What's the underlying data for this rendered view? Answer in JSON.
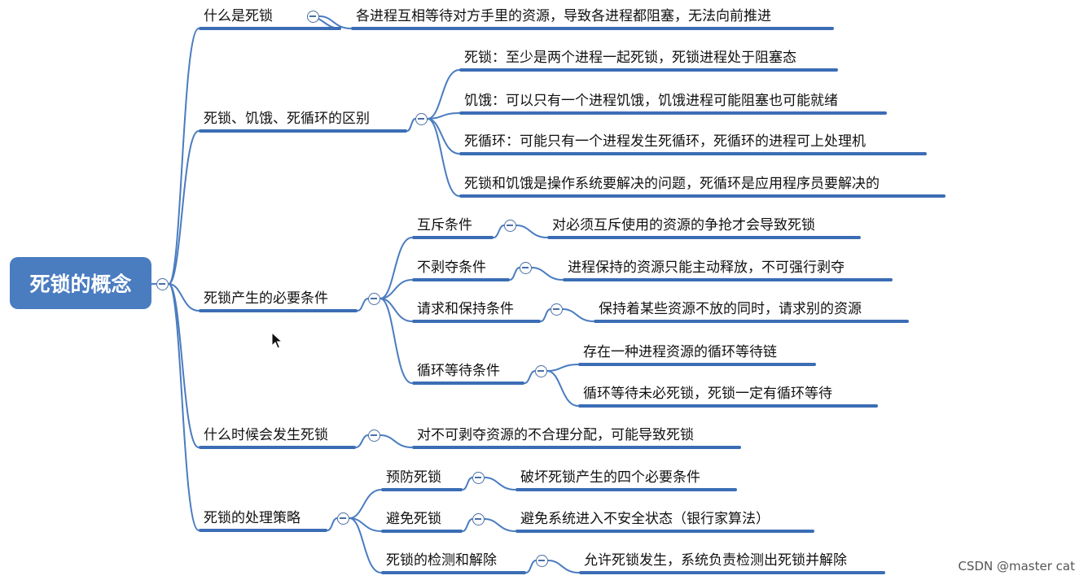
{
  "root": "死锁的概念",
  "branches": [
    {
      "label": "什么是死锁",
      "children": [
        {
          "label": "各进程互相等待对方手里的资源，导致各进程都阻塞，无法向前推进"
        }
      ]
    },
    {
      "label": "死锁、饥饿、死循环的区别",
      "children": [
        {
          "label": "死锁：至少是两个进程一起死锁，死锁进程处于阻塞态"
        },
        {
          "label": "饥饿：可以只有一个进程饥饿，饥饿进程可能阻塞也可能就绪"
        },
        {
          "label": "死循环：可能只有一个进程发生死循环，死循环的进程可上处理机"
        },
        {
          "label": "死锁和饥饿是操作系统要解决的问题，死循环是应用程序员要解决的"
        }
      ]
    },
    {
      "label": "死锁产生的必要条件",
      "children": [
        {
          "label": "互斥条件",
          "children": [
            {
              "label": "对必须互斥使用的资源的争抢才会导致死锁"
            }
          ]
        },
        {
          "label": "不剥夺条件",
          "children": [
            {
              "label": "进程保持的资源只能主动释放，不可强行剥夺"
            }
          ]
        },
        {
          "label": "请求和保持条件",
          "children": [
            {
              "label": "保持着某些资源不放的同时，请求别的资源"
            }
          ]
        },
        {
          "label": "循环等待条件",
          "children": [
            {
              "label": "存在一种进程资源的循环等待链"
            },
            {
              "label": "循环等待未必死锁，死锁一定有循环等待"
            }
          ]
        }
      ]
    },
    {
      "label": "什么时候会发生死锁",
      "children": [
        {
          "label": "对不可剥夺资源的不合理分配，可能导致死锁"
        }
      ]
    },
    {
      "label": "死锁的处理策略",
      "children": [
        {
          "label": "预防死锁",
          "children": [
            {
              "label": "破坏死锁产生的四个必要条件"
            }
          ]
        },
        {
          "label": "避免死锁",
          "children": [
            {
              "label": "避免系统进入不安全状态（银行家算法）"
            }
          ]
        },
        {
          "label": "死锁的检测和解除",
          "children": [
            {
              "label": "允许死锁发生，系统负责检测出死锁并解除"
            }
          ]
        }
      ]
    }
  ],
  "watermark": "CSDN @master cat",
  "colors": {
    "root_fill": "#4a7cc0",
    "underline": "#3b6db5",
    "connector": "#4a7cc0",
    "toggle": "#4a6fa5",
    "text": "#111111"
  },
  "icons": {
    "collapse_toggle": "circle-minus-icon",
    "cursor": "mouse-pointer-icon"
  }
}
